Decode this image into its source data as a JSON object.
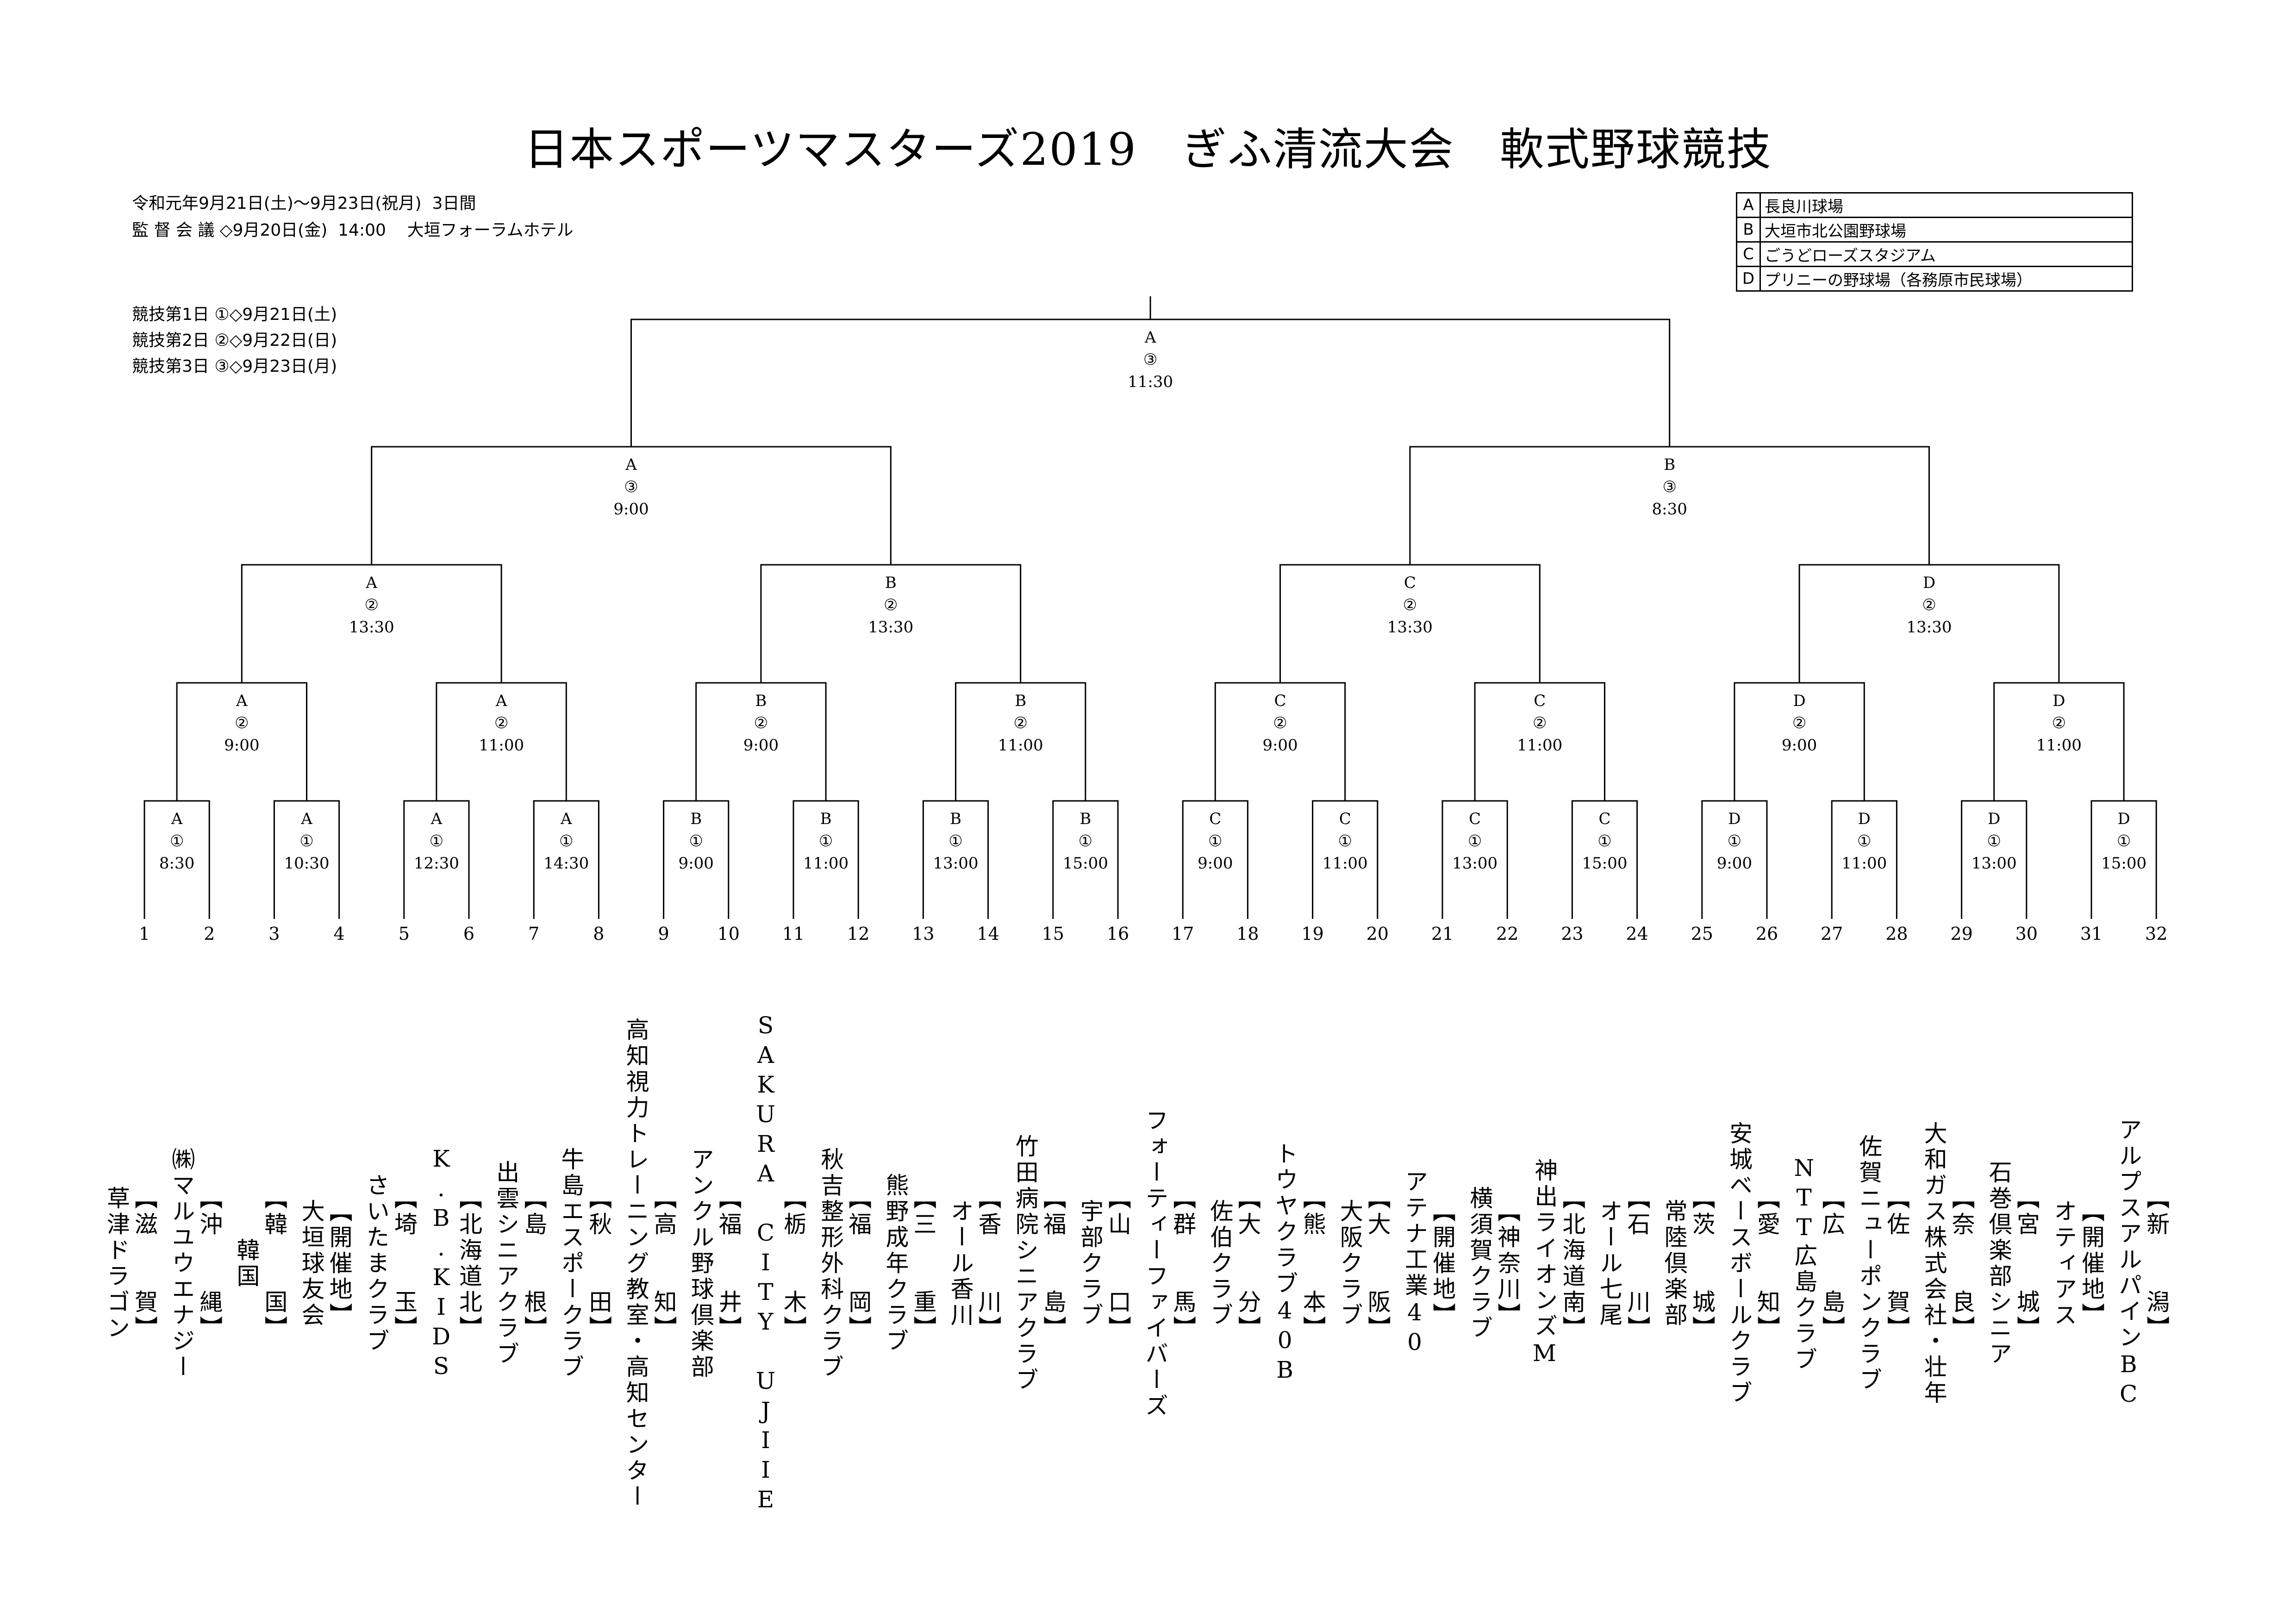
{
  "title": "日本スポーツマスターズ2019　ぎふ清流大会　軟式野球競技",
  "event_info": [
    "令和元年9月21日(土)～9月23日(祝月)  3日間",
    "監 督 会 議 ◇9月20日(金)  14:00    大垣フォーラムホテル"
  ],
  "day_schedule": [
    "競技第1日 ①◇9月21日(土)",
    "競技第2日 ②◇9月22日(日)",
    "競技第3日 ③◇9月23日(月)"
  ],
  "venues": [
    {
      "code": "A",
      "name": "長良川球場"
    },
    {
      "code": "B",
      "name": "大垣市北公園野球場"
    },
    {
      "code": "C",
      "name": "ごうどローズスタジアム"
    },
    {
      "code": "D",
      "name": "プリニーの野球場（各務原市民球場）"
    }
  ],
  "rounds": [
    [
      {
        "venue": "A",
        "day": "①",
        "time": "8:30"
      },
      {
        "venue": "A",
        "day": "①",
        "time": "10:30"
      },
      {
        "venue": "A",
        "day": "①",
        "time": "12:30"
      },
      {
        "venue": "A",
        "day": "①",
        "time": "14:30"
      },
      {
        "venue": "B",
        "day": "①",
        "time": "9:00"
      },
      {
        "venue": "B",
        "day": "①",
        "time": "11:00"
      },
      {
        "venue": "B",
        "day": "①",
        "time": "13:00"
      },
      {
        "venue": "B",
        "day": "①",
        "time": "15:00"
      },
      {
        "venue": "C",
        "day": "①",
        "time": "9:00"
      },
      {
        "venue": "C",
        "day": "①",
        "time": "11:00"
      },
      {
        "venue": "C",
        "day": "①",
        "time": "13:00"
      },
      {
        "venue": "C",
        "day": "①",
        "time": "15:00"
      },
      {
        "venue": "D",
        "day": "①",
        "time": "9:00"
      },
      {
        "venue": "D",
        "day": "①",
        "time": "11:00"
      },
      {
        "venue": "D",
        "day": "①",
        "time": "13:00"
      },
      {
        "venue": "D",
        "day": "①",
        "time": "15:00"
      }
    ],
    [
      {
        "venue": "A",
        "day": "②",
        "time": "9:00"
      },
      {
        "venue": "A",
        "day": "②",
        "time": "11:00"
      },
      {
        "venue": "B",
        "day": "②",
        "time": "9:00"
      },
      {
        "venue": "B",
        "day": "②",
        "time": "11:00"
      },
      {
        "venue": "C",
        "day": "②",
        "time": "9:00"
      },
      {
        "venue": "C",
        "day": "②",
        "time": "11:00"
      },
      {
        "venue": "D",
        "day": "②",
        "time": "9:00"
      },
      {
        "venue": "D",
        "day": "②",
        "time": "11:00"
      }
    ],
    [
      {
        "venue": "A",
        "day": "②",
        "time": "13:30"
      },
      {
        "venue": "B",
        "day": "②",
        "time": "13:30"
      },
      {
        "venue": "C",
        "day": "②",
        "time": "13:30"
      },
      {
        "venue": "D",
        "day": "②",
        "time": "13:30"
      }
    ],
    [
      {
        "venue": "A",
        "day": "③",
        "time": "9:00"
      },
      {
        "venue": "B",
        "day": "③",
        "time": "8:30"
      }
    ],
    [
      {
        "venue": "A",
        "day": "③",
        "time": "11:30"
      }
    ]
  ],
  "teams": [
    {
      "no": "1",
      "pref": "滋　　賀",
      "name": "草津ドラゴン"
    },
    {
      "no": "2",
      "pref": "沖　　縄",
      "name": "㈱マルユウエナジー"
    },
    {
      "no": "3",
      "pref": "韓　　国",
      "name": "韓国"
    },
    {
      "no": "4",
      "pref": "開催地",
      "name": "大垣球友会"
    },
    {
      "no": "5",
      "pref": "埼　　玉",
      "name": "さいたまクラブ"
    },
    {
      "no": "6",
      "pref": "北海道北",
      "name": "K.B.KIDS"
    },
    {
      "no": "7",
      "pref": "島　　根",
      "name": "出雲シニアクラブ"
    },
    {
      "no": "8",
      "pref": "秋　　田",
      "name": "牛島エスポークラブ"
    },
    {
      "no": "9",
      "pref": "高　　知",
      "name": "高知視力トレーニング教室・高知センター"
    },
    {
      "no": "10",
      "pref": "福　　井",
      "name": "アンクル野球倶楽部"
    },
    {
      "no": "11",
      "pref": "栃　　木",
      "name": "SAKURA CITY UJIIE"
    },
    {
      "no": "12",
      "pref": "福　　岡",
      "name": "秋吉整形外科クラブ"
    },
    {
      "no": "13",
      "pref": "三　　重",
      "name": "熊野成年クラブ"
    },
    {
      "no": "14",
      "pref": "香　　川",
      "name": "オール香川"
    },
    {
      "no": "15",
      "pref": "福　　島",
      "name": "竹田病院シニアクラブ"
    },
    {
      "no": "16",
      "pref": "山　　口",
      "name": "宇部クラブ"
    },
    {
      "no": "17",
      "pref": "群　　馬",
      "name": "フォーティーファイバーズ"
    },
    {
      "no": "18",
      "pref": "大　　分",
      "name": "佐伯クラブ"
    },
    {
      "no": "19",
      "pref": "熊　　本",
      "name": "トウヤクラブ40B"
    },
    {
      "no": "20",
      "pref": "大　　阪",
      "name": "大阪クラブ"
    },
    {
      "no": "21",
      "pref": "開催地",
      "name": "アテナ工業40"
    },
    {
      "no": "22",
      "pref": "神奈川",
      "name": "横須賀クラブ"
    },
    {
      "no": "23",
      "pref": "北海道南",
      "name": "神出ライオンズM"
    },
    {
      "no": "24",
      "pref": "石　　川",
      "name": "オール七尾"
    },
    {
      "no": "25",
      "pref": "茨　　城",
      "name": "常陸倶楽部"
    },
    {
      "no": "26",
      "pref": "愛　　知",
      "name": "安城ベースボールクラブ"
    },
    {
      "no": "27",
      "pref": "広　　島",
      "name": "NTT広島クラブ"
    },
    {
      "no": "28",
      "pref": "佐　　賀",
      "name": "佐賀ニューポンクラブ"
    },
    {
      "no": "29",
      "pref": "奈　　良",
      "name": "大和ガス株式会社・壮年"
    },
    {
      "no": "30",
      "pref": "宮　　城",
      "name": "石巻倶楽部シニア"
    },
    {
      "no": "31",
      "pref": "開催地",
      "name": "オティアス"
    },
    {
      "no": "32",
      "pref": "新　　潟",
      "name": "アルプスアルパインBC"
    }
  ]
}
